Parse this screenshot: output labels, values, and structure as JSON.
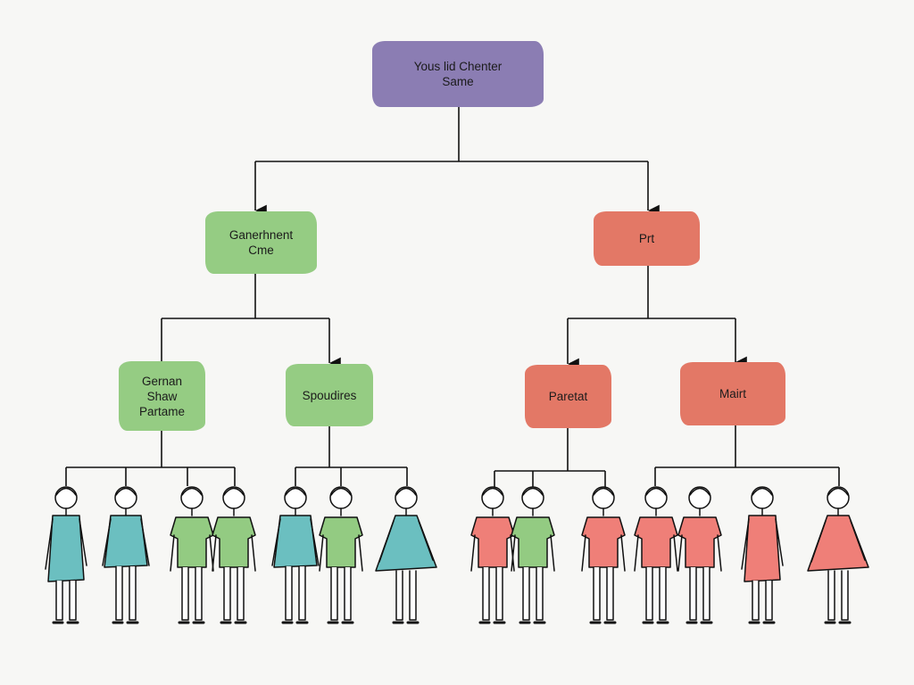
{
  "colors": {
    "root": "#8b7db3",
    "left_branch": "#95cc83",
    "right_branch": "#e37866",
    "line": "#111111",
    "person_teal": "#6bbfc0",
    "person_green": "#93cb82",
    "person_salmon": "#ef7f78"
  },
  "nodes": {
    "root": {
      "label": "Yous lid Chenter\nSame"
    },
    "left": {
      "label": "Ganerhnent\nCme"
    },
    "right": {
      "label": "Prt"
    },
    "left_a": {
      "label": "Gernan\nShaw\nPartame"
    },
    "left_b": {
      "label": "Spoudires"
    },
    "right_a": {
      "label": "Paretat"
    },
    "right_b": {
      "label": "Mairt"
    }
  },
  "people_groups": [
    {
      "under": "Gernan Shaw Partame",
      "shirts": [
        "teal",
        "teal",
        "green",
        "green"
      ]
    },
    {
      "under": "Spoudires",
      "shirts": [
        "teal",
        "green",
        "teal"
      ]
    },
    {
      "under": "Paretat",
      "shirts": [
        "salmon",
        "green",
        "salmon"
      ]
    },
    {
      "under": "Mairt",
      "shirts": [
        "salmon",
        "salmon",
        "salmon",
        "salmon"
      ]
    }
  ]
}
